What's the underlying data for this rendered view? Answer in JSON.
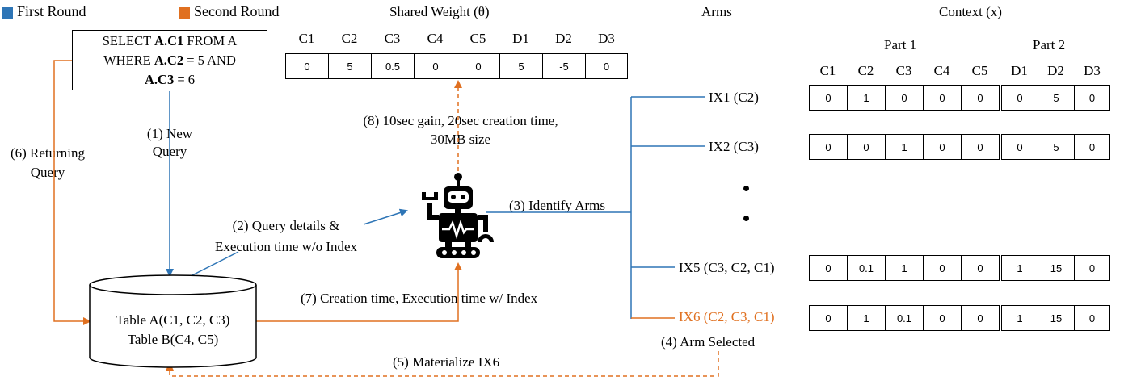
{
  "legend": {
    "first_round": "First Round",
    "second_round": "Second Round",
    "first_round_color": "#2e75b6",
    "second_round_color": "#e07020"
  },
  "query": {
    "line1_pre": "SELECT ",
    "line1_bold": "A.C1",
    "line1_post": " FROM A",
    "line2_pre": "WHERE ",
    "line2_bold": "A.C2",
    "line2_post": " = 5 AND",
    "line3_bold": "A.C3",
    "line3_post": " = 6"
  },
  "shared_weight": {
    "title": "Shared Weight (θ)",
    "headers": [
      "C1",
      "C2",
      "C3",
      "C4",
      "C5",
      "D1",
      "D2",
      "D3"
    ],
    "values": [
      "0",
      "5",
      "0.5",
      "0",
      "0",
      "5",
      "-5",
      "0"
    ]
  },
  "arms_title": "Arms",
  "context_title": "Context (x)",
  "context": {
    "part1_label": "Part 1",
    "part2_label": "Part 2",
    "part1_headers": [
      "C1",
      "C2",
      "C3",
      "C4",
      "C5"
    ],
    "part2_headers": [
      "D1",
      "D2",
      "D3"
    ]
  },
  "arms": [
    {
      "label": "IX1 (C2)",
      "part1": [
        "0",
        "1",
        "0",
        "0",
        "0"
      ],
      "part2": [
        "0",
        "5",
        "0"
      ],
      "highlight": false
    },
    {
      "label": "IX2 (C3)",
      "part1": [
        "0",
        "0",
        "1",
        "0",
        "0"
      ],
      "part2": [
        "0",
        "5",
        "0"
      ],
      "highlight": false
    },
    {
      "label": "IX5 (C3, C2, C1)",
      "part1": [
        "0",
        "0.1",
        "1",
        "0",
        "0"
      ],
      "part2": [
        "1",
        "15",
        "0"
      ],
      "highlight": false
    },
    {
      "label": "IX6 (C2, C3, C1)",
      "part1": [
        "0",
        "1",
        "0.1",
        "0",
        "0"
      ],
      "part2": [
        "1",
        "15",
        "0"
      ],
      "highlight": true
    }
  ],
  "steps": {
    "s1_line1": "(1) New",
    "s1_line2": "Query",
    "s2_line1": "(2) Query details &",
    "s2_line2": "Execution time w/o Index",
    "s3": "(3) Identify Arms",
    "s4": "(4) Arm Selected",
    "s5": "(5) Materialize IX6",
    "s6_line1": "(6) Returning",
    "s6_line2": "Query",
    "s7": "(7) Creation time, Execution time w/ Index",
    "s8_line1": "(8) 10sec gain, 20sec creation time,",
    "s8_line2": "30MB size"
  },
  "tables": {
    "line1": "Table A(C1, C2, C3)",
    "line2": "Table B(C4, C5)"
  },
  "icons": {
    "robot": "robot-icon",
    "database": "database-icon",
    "ellipsis": "vertical-ellipsis-icon"
  }
}
